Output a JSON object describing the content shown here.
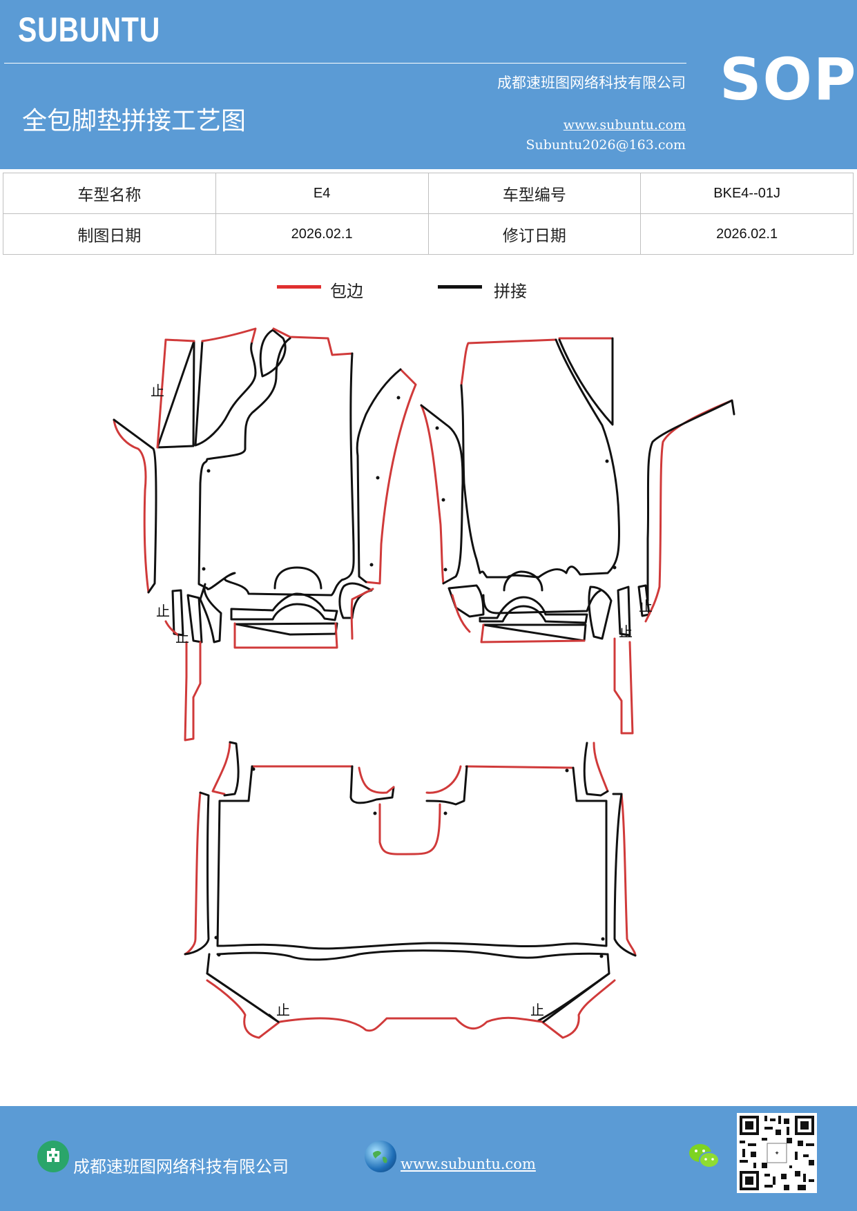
{
  "header": {
    "brand": "SUBUNTU",
    "company": "成都速班图网络科技有限公司",
    "title": "全包脚垫拼接工艺图",
    "website": "www.subuntu.com",
    "email": "Subuntu2026@163.com",
    "badge": "SOP"
  },
  "info_table": {
    "model_name_label": "车型名称",
    "model_name_value": "E4",
    "model_code_label": "车型编号",
    "model_code_value": "BKE4--01J",
    "drawing_date_label": "制图日期",
    "drawing_date_value": "2026.02.1",
    "revision_date_label": "修订日期",
    "revision_date_value": "2026.02.1"
  },
  "legend": {
    "items": [
      {
        "label": "包边",
        "color": "#e03030"
      },
      {
        "label": "拼接",
        "color": "#111111"
      }
    ]
  },
  "diagram": {
    "stop_mark": "止",
    "edge_color": "#d03a3a",
    "seam_color": "#111111"
  },
  "footer": {
    "company": "成都速班图网络科技有限公司",
    "website": "www.subuntu.com",
    "icons": [
      "building-icon",
      "globe-icon",
      "wechat-icon",
      "qr-code"
    ]
  }
}
